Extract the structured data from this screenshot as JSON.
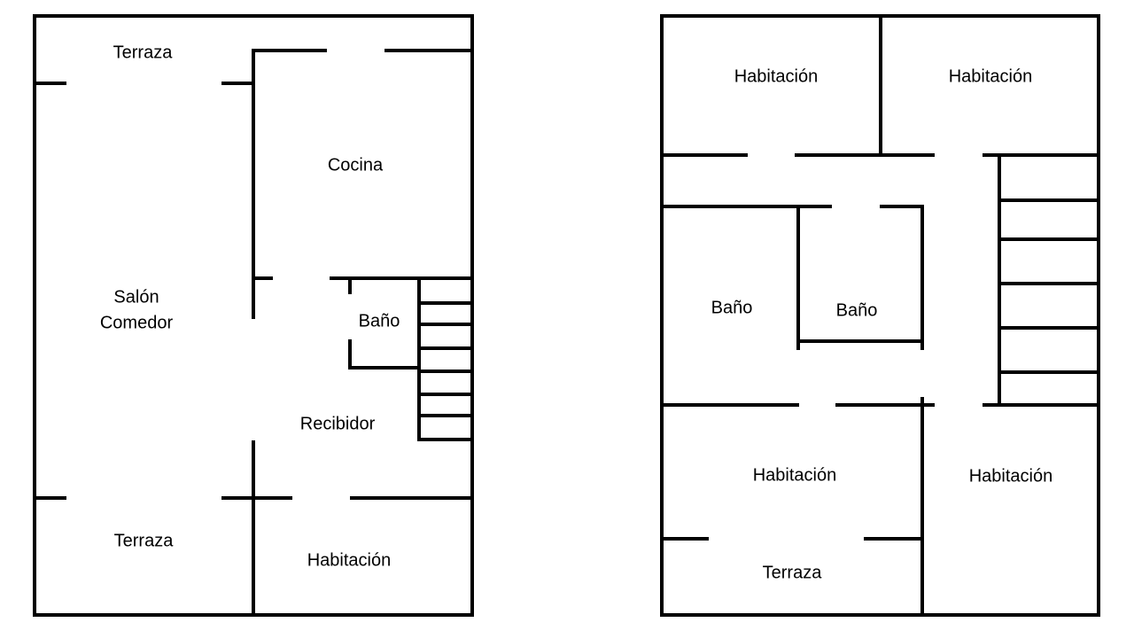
{
  "floor_1": {
    "rooms": {
      "terraza_top": "Terraza",
      "cocina": "Cocina",
      "salon_line1": "Salón",
      "salon_line2": "Comedor",
      "bano": "Baño",
      "recibidor": "Recibidor",
      "terraza_bottom": "Terraza",
      "habitacion": "Habitación"
    }
  },
  "floor_2": {
    "rooms": {
      "habitacion_top_left": "Habitación",
      "habitacion_top_right": "Habitación",
      "bano_left": "Baño",
      "bano_center": "Baño",
      "habitacion_bottom_left": "Habitación",
      "habitacion_bottom_right": "Habitación",
      "terraza": "Terraza"
    }
  },
  "colors": {
    "wall": "#000000",
    "background": "#ffffff"
  }
}
